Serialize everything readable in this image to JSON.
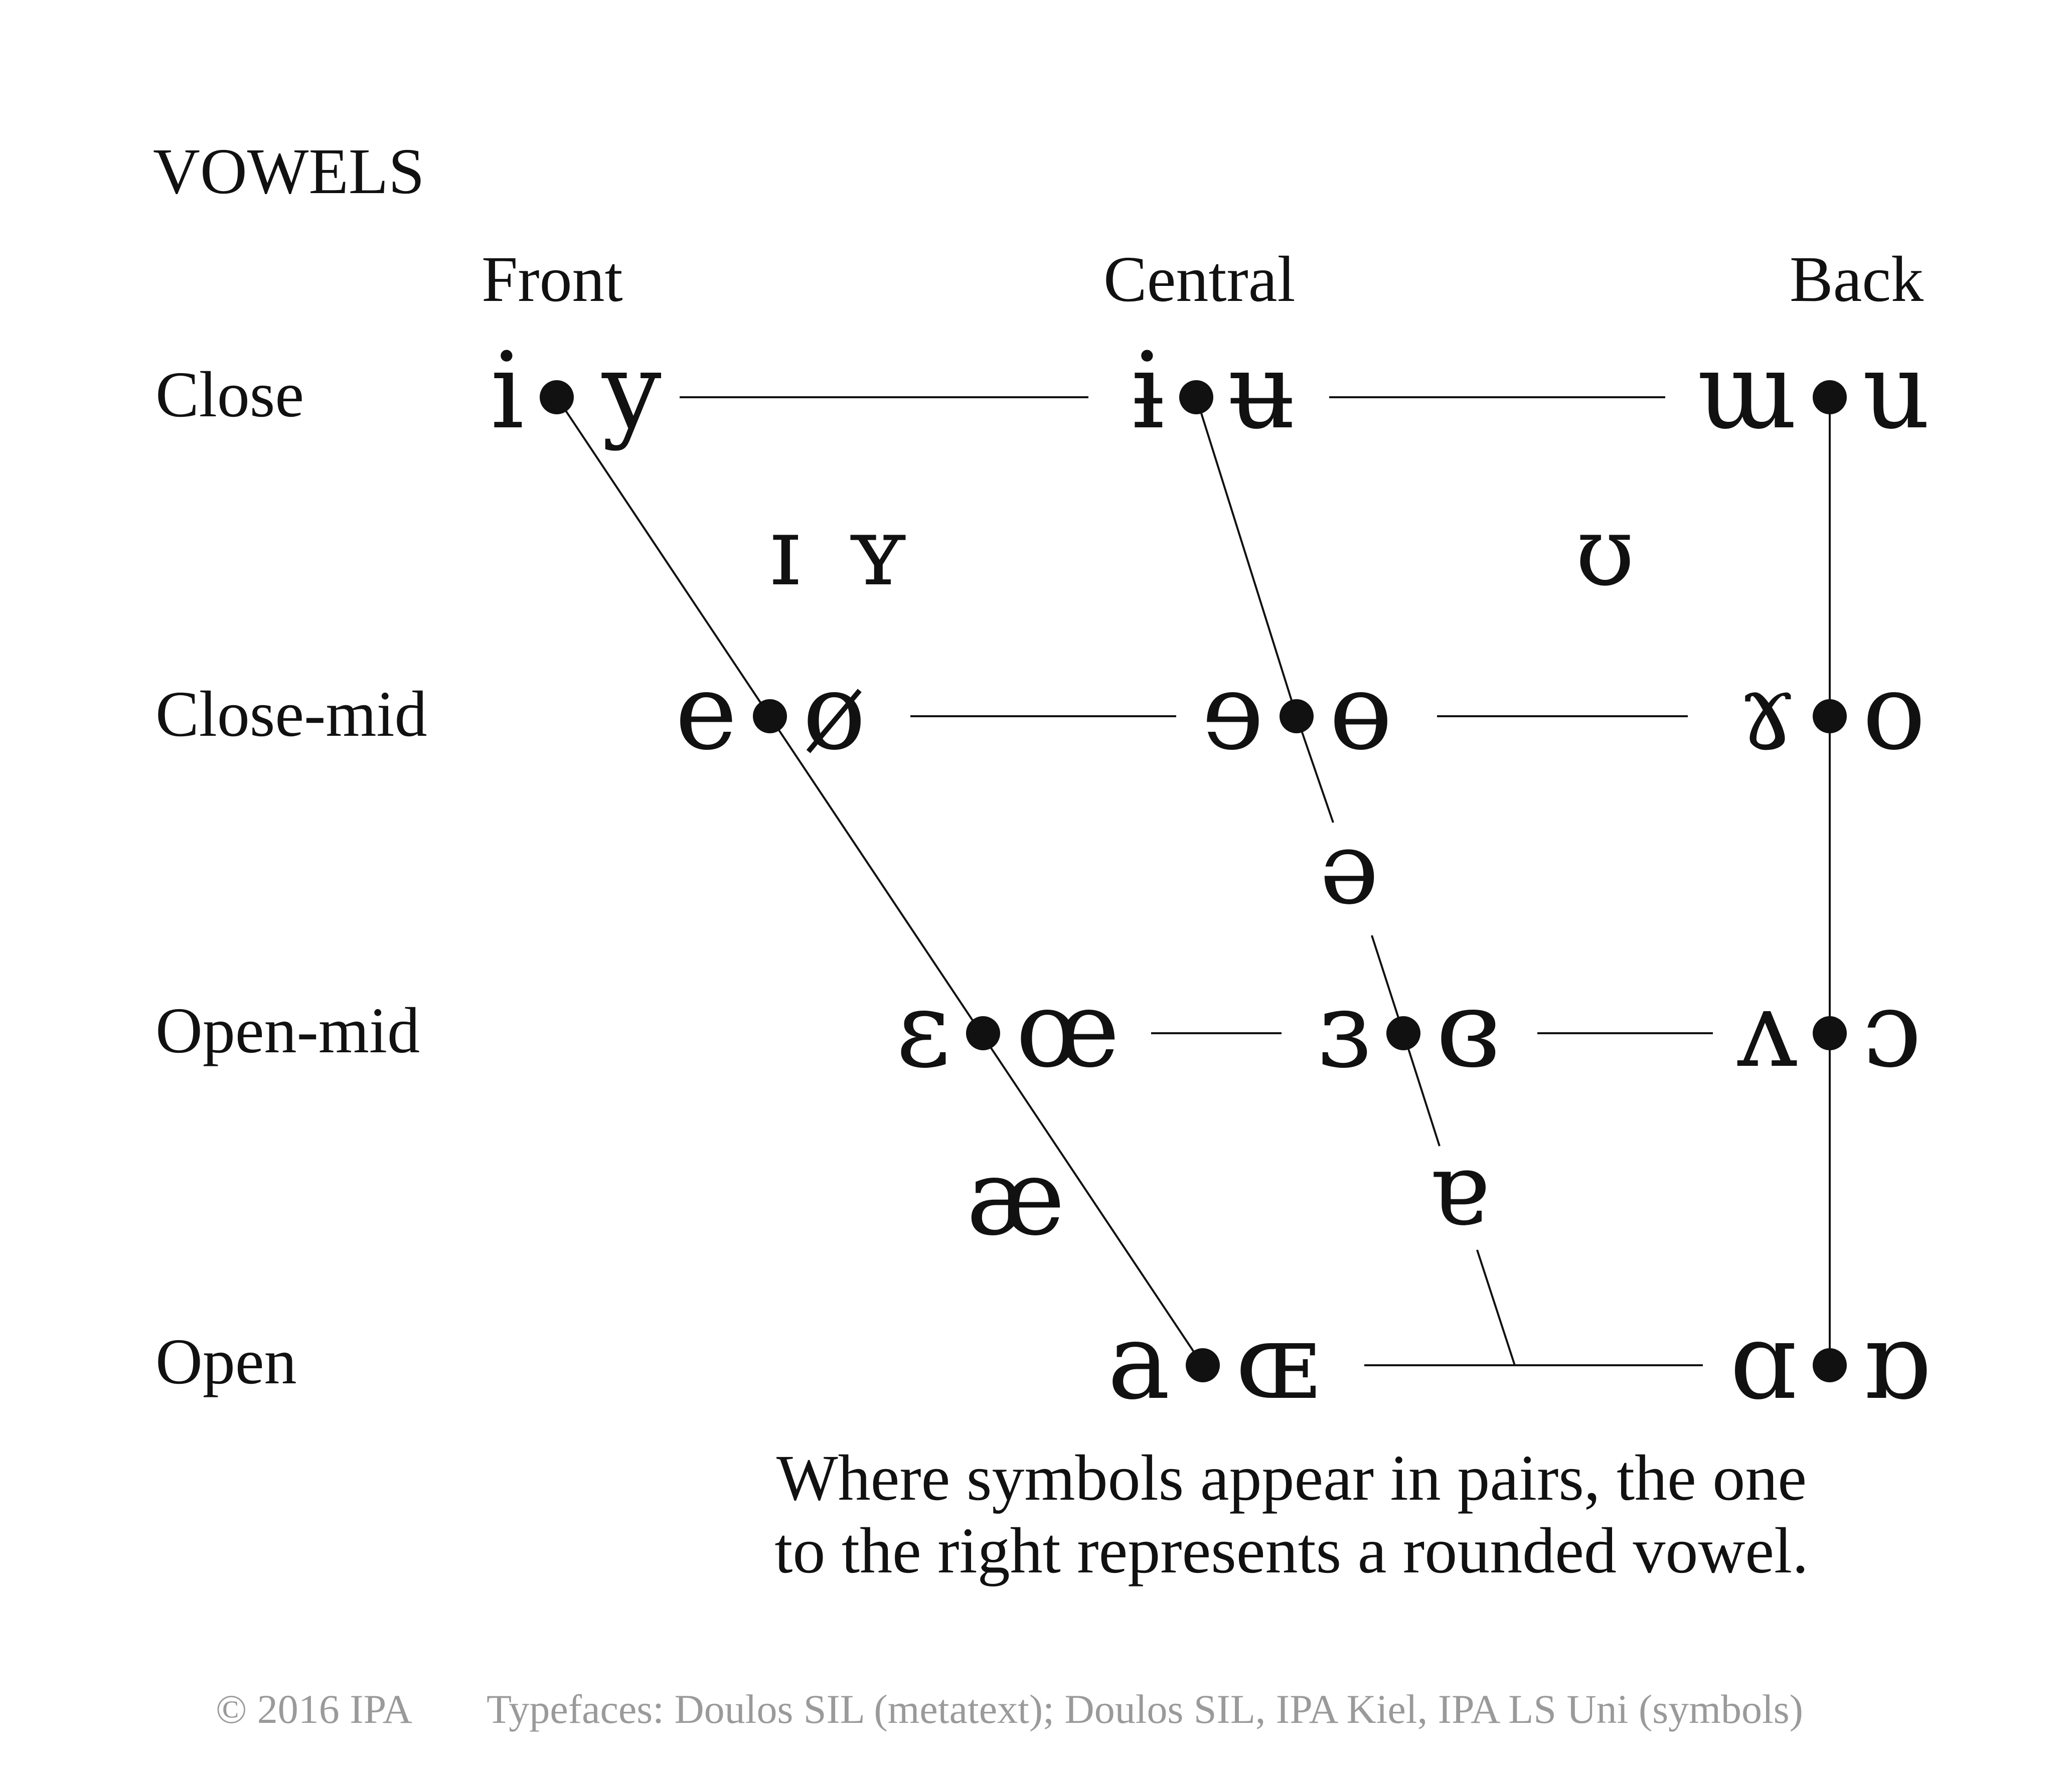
{
  "title": "VOWELS",
  "columns": {
    "front": "Front",
    "central": "Central",
    "back": "Back"
  },
  "rows": {
    "close": "Close",
    "close_mid": "Close-mid",
    "open_mid": "Open-mid",
    "open": "Open"
  },
  "pairs": {
    "close_front": {
      "unrounded": "i",
      "rounded": "y"
    },
    "close_central": {
      "unrounded": "ɨ",
      "rounded": "ʉ"
    },
    "close_back": {
      "unrounded": "ɯ",
      "rounded": "u"
    },
    "closemid_front": {
      "unrounded": "e",
      "rounded": "ø"
    },
    "closemid_central": {
      "unrounded": "ɘ",
      "rounded": "ɵ"
    },
    "closemid_back": {
      "unrounded": "ɤ",
      "rounded": "o"
    },
    "openmid_front": {
      "unrounded": "ɛ",
      "rounded": "œ"
    },
    "openmid_central": {
      "unrounded": "ɜ",
      "rounded": "ɞ"
    },
    "openmid_back": {
      "unrounded": "ʌ",
      "rounded": "ɔ"
    },
    "open_front": {
      "unrounded": "a",
      "rounded": "ɶ"
    },
    "open_back": {
      "unrounded": "ɑ",
      "rounded": "ɒ"
    }
  },
  "singles": {
    "near_close_front_unrounded": "ɪ",
    "near_close_front_rounded": "ʏ",
    "near_close_back": "ʊ",
    "schwa": "ə",
    "near_open_front": "æ",
    "near_open_central": "ɐ"
  },
  "note": {
    "line1": "Where symbols appear in pairs, the one",
    "line2": "to the right represents a rounded vowel."
  },
  "footer": {
    "copyright": "© 2016 IPA",
    "typefaces": "Typefaces: Doulos SIL (metatext); Doulos SIL, IPA Kiel, IPA LS Uni (symbols)"
  }
}
